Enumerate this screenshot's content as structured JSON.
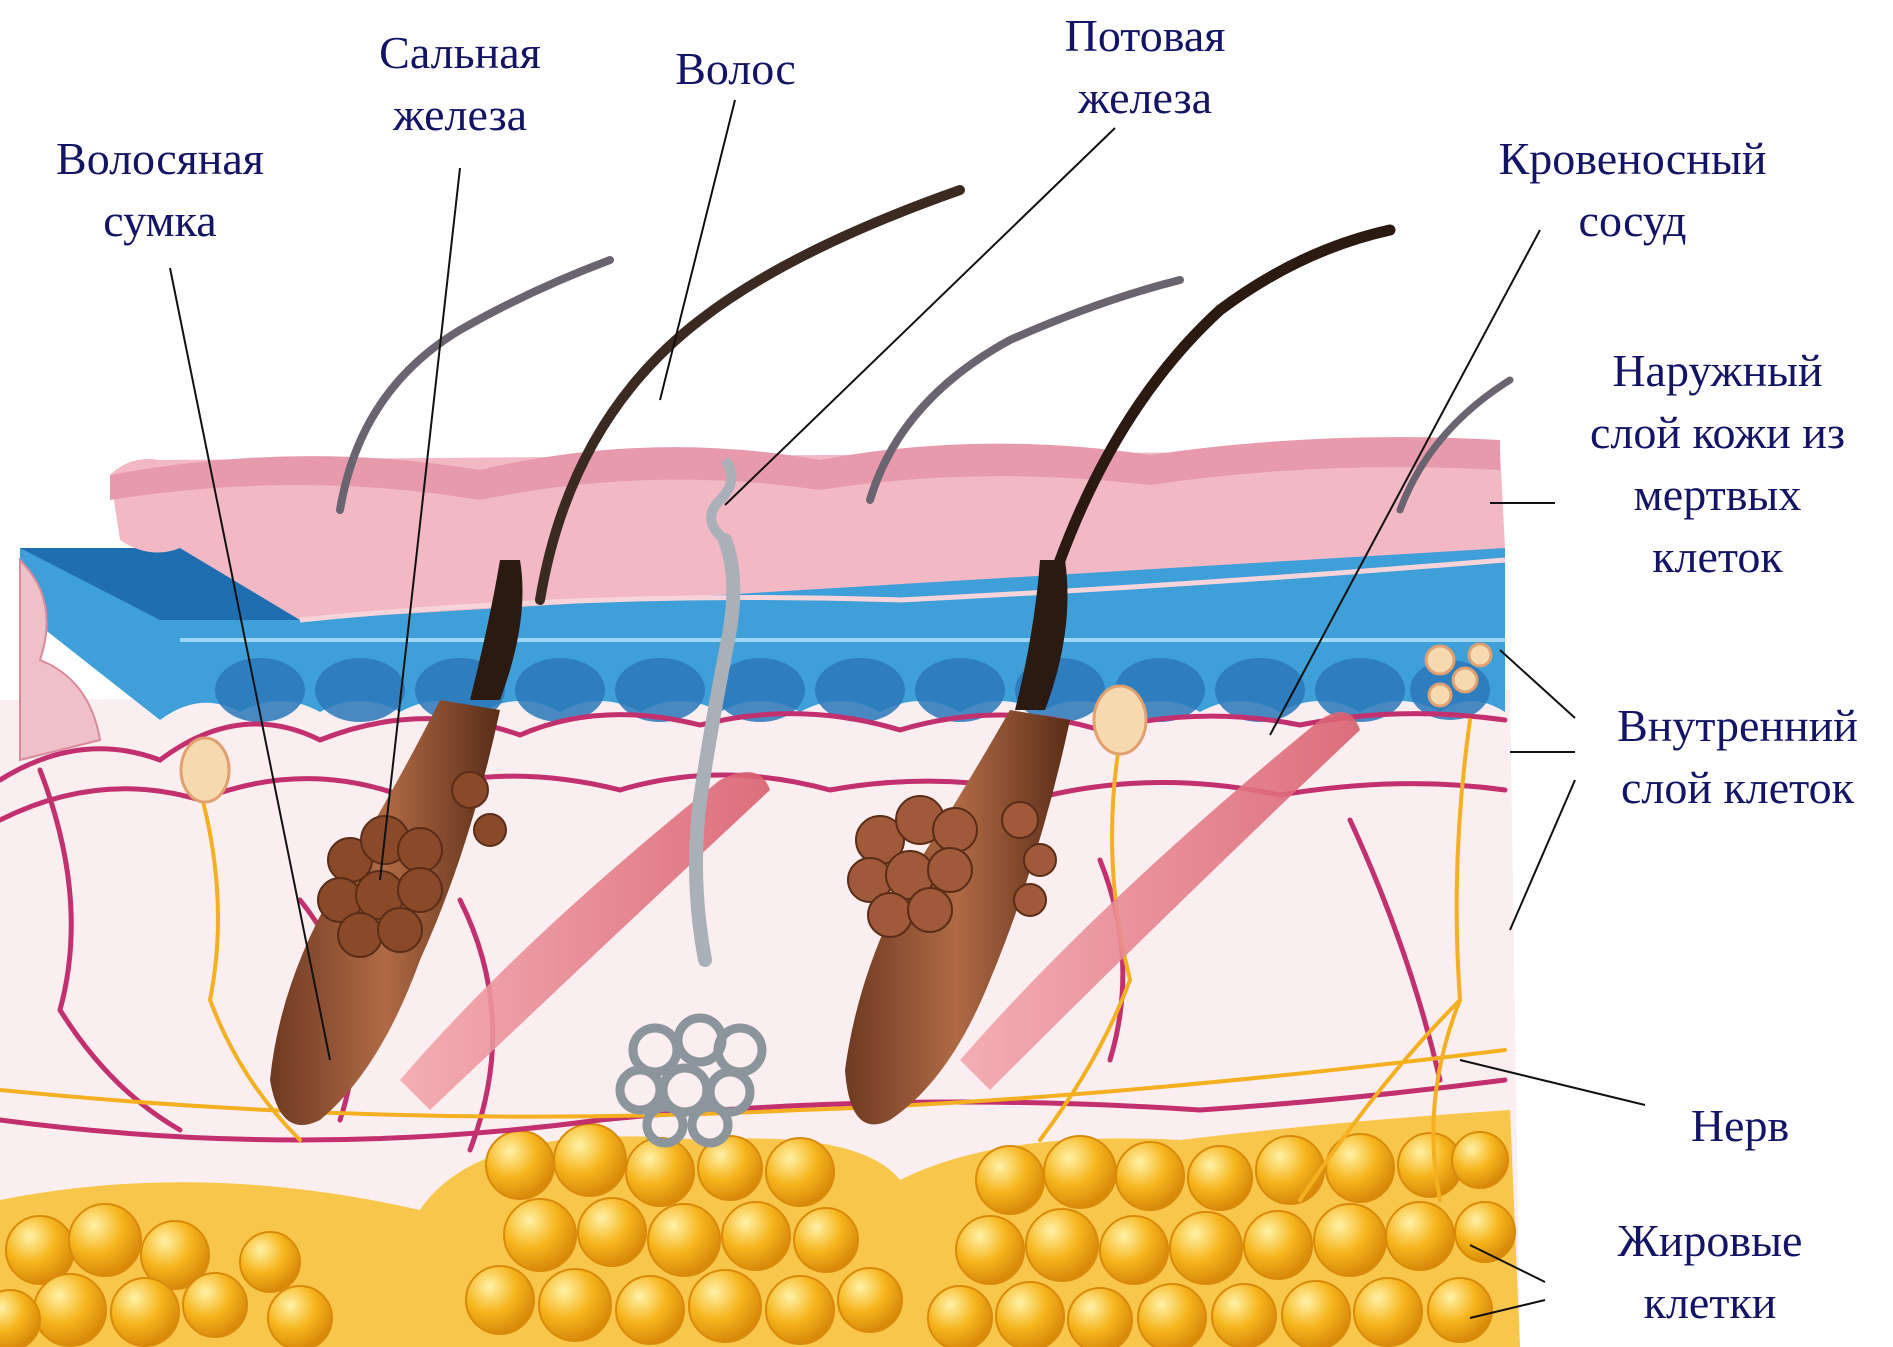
{
  "labels": {
    "hair_sac": [
      "Волосяная",
      "сумка"
    ],
    "sebaceous_gland": [
      "Сальная",
      "железа"
    ],
    "hair": [
      "Волос"
    ],
    "sweat_gland": [
      "Потовая",
      "железа"
    ],
    "blood_vessel": [
      "Кровеносный",
      "сосуд"
    ],
    "outer_layer": [
      "Наружный",
      "слой кожи из",
      "мертвых",
      "клеток"
    ],
    "inner_layer": [
      "Внутренний",
      "слой клеток"
    ],
    "nerve": [
      "Нерв"
    ],
    "fat_cells": [
      "Жировые",
      "клетки"
    ]
  },
  "colors": {
    "label_text": "#141466",
    "leader_line": "#111111",
    "epidermis_outer": "#f2b8c4",
    "epidermis_top": "#e79aab",
    "basal_layer": "#3f9fd8",
    "basal_layer_dark": "#1f6fb0",
    "dermis": "#fbeef0",
    "blood_vessel": "#c2306e",
    "nerve": "#f4b021",
    "fat": "#f6b51d",
    "hair": "#2a1a12",
    "hair_follicle": "#8a4a2a",
    "sweat_gland": "#a9b0b8",
    "muscle": "#e77a86"
  }
}
